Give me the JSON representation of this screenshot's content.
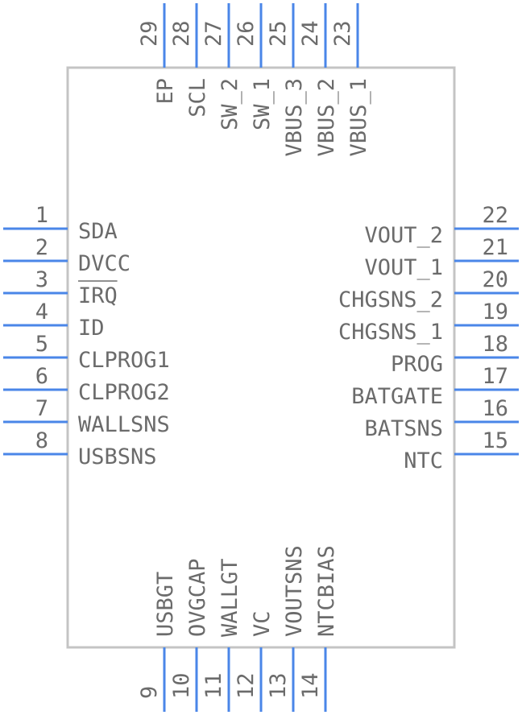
{
  "pins": {
    "left": [
      {
        "number": "1",
        "name": "SDA"
      },
      {
        "number": "2",
        "name": "DVCC"
      },
      {
        "number": "3",
        "name": "IRQ",
        "overbar": true
      },
      {
        "number": "4",
        "name": "ID"
      },
      {
        "number": "5",
        "name": "CLPROG1"
      },
      {
        "number": "6",
        "name": "CLPROG2"
      },
      {
        "number": "7",
        "name": "WALLSNS"
      },
      {
        "number": "8",
        "name": "USBSNS"
      }
    ],
    "bottom": [
      {
        "number": "9",
        "name": "USBGT"
      },
      {
        "number": "10",
        "name": "OVGCAP"
      },
      {
        "number": "11",
        "name": "WALLGT"
      },
      {
        "number": "12",
        "name": "VC"
      },
      {
        "number": "13",
        "name": "VOUTSNS"
      },
      {
        "number": "14",
        "name": "NTCBIAS"
      }
    ],
    "right": [
      {
        "number": "22",
        "name": "VOUT_2"
      },
      {
        "number": "21",
        "name": "VOUT_1"
      },
      {
        "number": "20",
        "name": "CHGSNS_2"
      },
      {
        "number": "19",
        "name": "CHGSNS_1"
      },
      {
        "number": "18",
        "name": "PROG"
      },
      {
        "number": "17",
        "name": "BATGATE"
      },
      {
        "number": "16",
        "name": "BATSNS"
      },
      {
        "number": "15",
        "name": "NTC"
      }
    ],
    "top": [
      {
        "number": "29",
        "name": "EP"
      },
      {
        "number": "28",
        "name": "SCL"
      },
      {
        "number": "27",
        "name": "SW_2"
      },
      {
        "number": "26",
        "name": "SW_1"
      },
      {
        "number": "25",
        "name": "VBUS_3"
      },
      {
        "number": "24",
        "name": "VBUS_2"
      },
      {
        "number": "23",
        "name": "VBUS_1"
      }
    ]
  },
  "colors": {
    "pin": "#4a86e8",
    "outline": "#c4c4c4",
    "text": "#6b6b6b"
  }
}
